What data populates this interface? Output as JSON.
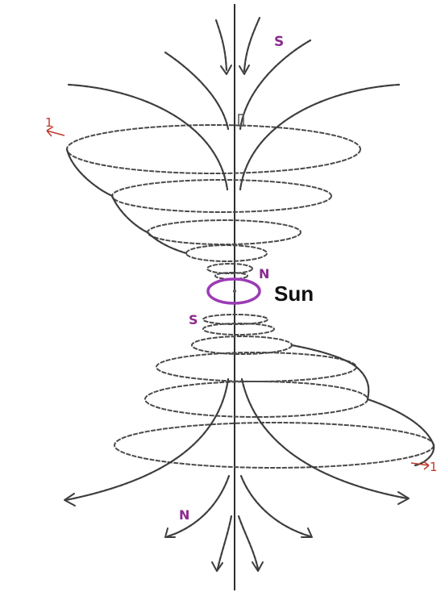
{
  "labels": {
    "sun": "Sun",
    "north_pole_sun": "N",
    "south_pole_sun": "S",
    "top_field": "S",
    "bottom_field": "N",
    "top_marker": "1",
    "bottom_marker": "1"
  },
  "colors": {
    "pole_label": "#8b2a8e",
    "sun_ring": "#9b3bb5",
    "marker": "#c0392b",
    "field_line": "#3d3d3d"
  }
}
